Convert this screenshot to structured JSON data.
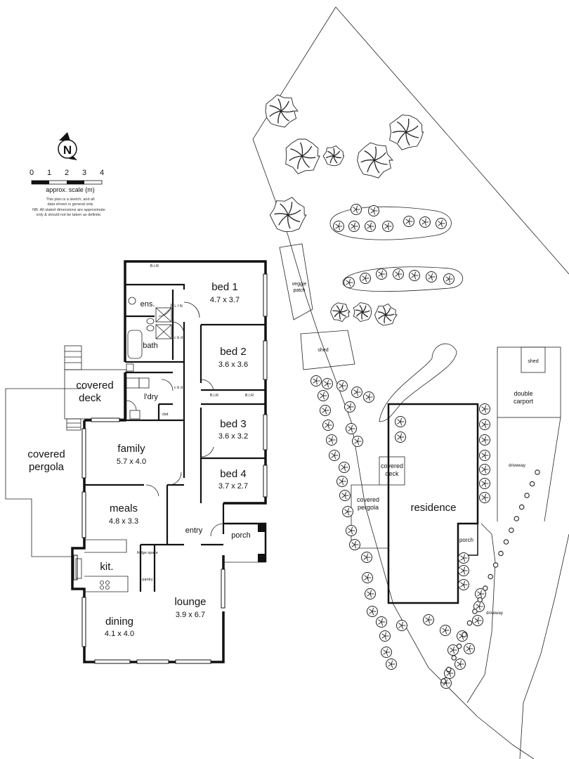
{
  "compass": {
    "letter": "N",
    "icon": "north-arrow-icon"
  },
  "scale": {
    "ticks": [
      "0",
      "1",
      "2",
      "3",
      "4"
    ],
    "label": "approx. scale (m)",
    "notes": [
      "This plan is a sketch, and all",
      "data shown is general only",
      "NB: All stated dimensions are approximate",
      "only & should not be taken as definite."
    ]
  },
  "floor_plan": {
    "rooms": [
      {
        "name": "bed 1",
        "dims": "4.7 x 3.7"
      },
      {
        "name": "bed 2",
        "dims": "3.6 x 3.6"
      },
      {
        "name": "bed 3",
        "dims": "3.6 x 3.2"
      },
      {
        "name": "bed 4",
        "dims": "3.7 x 2.7"
      },
      {
        "name": "family",
        "dims": "5.7 x 4.0"
      },
      {
        "name": "meals",
        "dims": "4.8 x 3.3"
      },
      {
        "name": "lounge",
        "dims": "3.9 x 6.7"
      },
      {
        "name": "dining",
        "dims": "4.1 x 4.0"
      },
      {
        "name": "kit."
      },
      {
        "name": "ens."
      },
      {
        "name": "bath"
      },
      {
        "name": "l'dry"
      },
      {
        "name": "entry"
      },
      {
        "name": "porch"
      }
    ],
    "covered_deck": [
      "covered",
      "deck"
    ],
    "covered_pergola": [
      "covered",
      "pergola"
    ],
    "small_labels": {
      "bir": "B.I.R",
      "cbd": "cbd",
      "lin": "L I N",
      "cbd_v": "c b d",
      "fridge": "fridge space",
      "pantry": "pantry"
    }
  },
  "site_plan": {
    "residence": "residence",
    "porch": "porch",
    "covered_deck": [
      "covered",
      "deck"
    ],
    "covered_pergola": [
      "covered",
      "pergola"
    ],
    "veggie_patch": [
      "veggie",
      "patch"
    ],
    "shed": "shed",
    "double_carport": [
      "double",
      "carport"
    ],
    "carport_shed": "shed",
    "driveway_top": "driveway",
    "driveway_bottom": "driveway"
  },
  "colors": {
    "line": "#111111",
    "tree": "#222222",
    "background": "#ffffff"
  }
}
